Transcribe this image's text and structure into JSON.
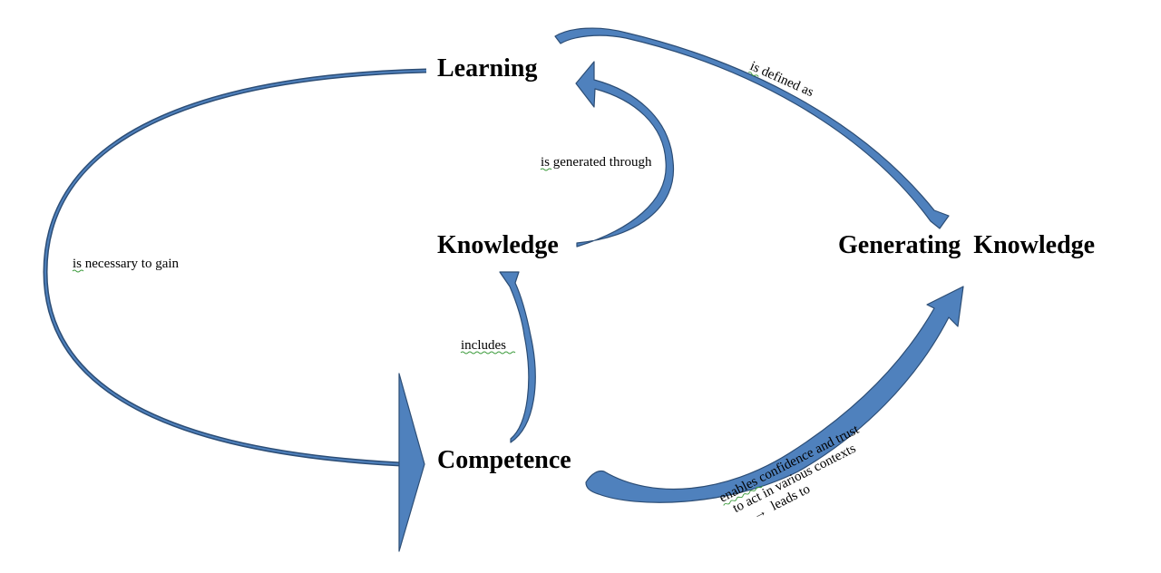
{
  "nodes": {
    "learning": "Learning",
    "knowledge": "Knowledge",
    "competence": "Competence",
    "generating_knowledge": "Generating  Knowledge"
  },
  "edges": {
    "is_defined_as": "is defined as",
    "is_generated_through": "is generated through",
    "is_necessary_to_gain": "is necessary to gain",
    "includes": "includes",
    "enables_line1": "enables confidence and trust",
    "enables_line2": "to act in various contexts",
    "enables_line3": "→  leads to"
  },
  "colors": {
    "arrow_fill": "#4f81bd",
    "arrow_stroke": "#2c4d75",
    "spellcheck_underline": "#3a9a3a"
  }
}
